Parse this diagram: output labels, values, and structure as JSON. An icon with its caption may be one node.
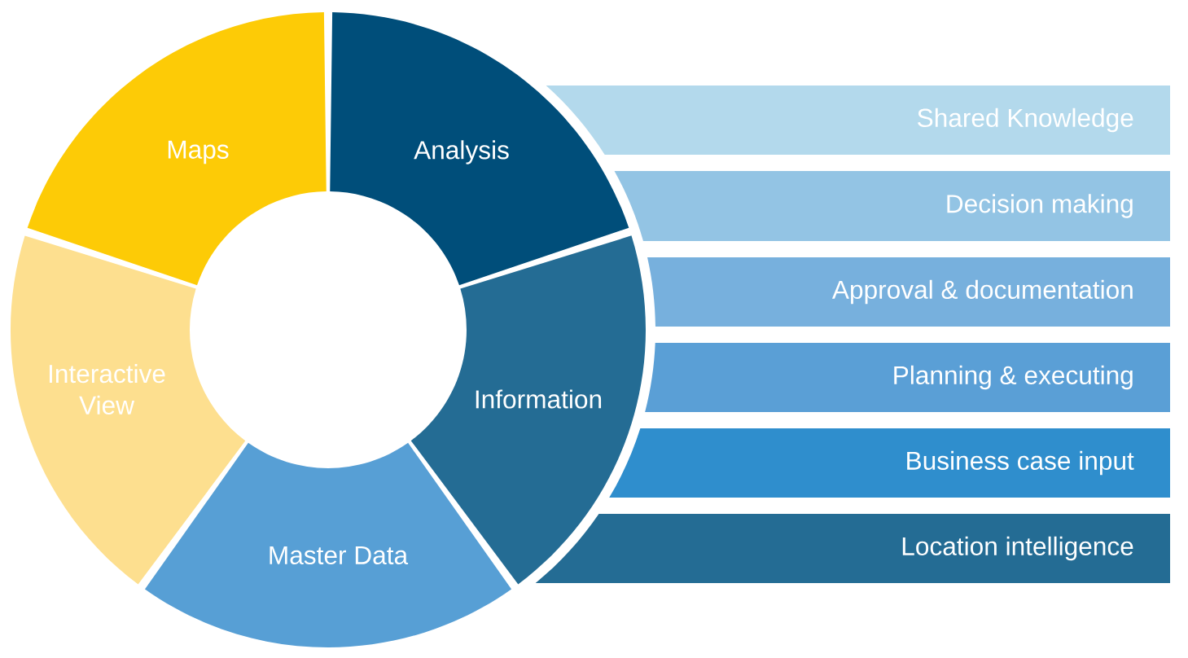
{
  "diagram": {
    "nodes": [
      {
        "text": [
          "Maps"
        ]
      },
      {
        "text": [
          "Analysis"
        ]
      },
      {
        "text": [
          "Information"
        ]
      },
      {
        "text": [
          "Master Data"
        ]
      },
      {
        "text": [
          "Interactive View"
        ]
      },
      {
        "text": [
          "Shared Knowledge"
        ]
      },
      {
        "text": [
          "Decision making"
        ]
      },
      {
        "text": [
          "Approval & documentation"
        ]
      },
      {
        "text": [
          "Planning & executing"
        ]
      },
      {
        "text": [
          "Business case input"
        ]
      },
      {
        "text": [
          "Location intelligence"
        ]
      }
    ]
  }
}
